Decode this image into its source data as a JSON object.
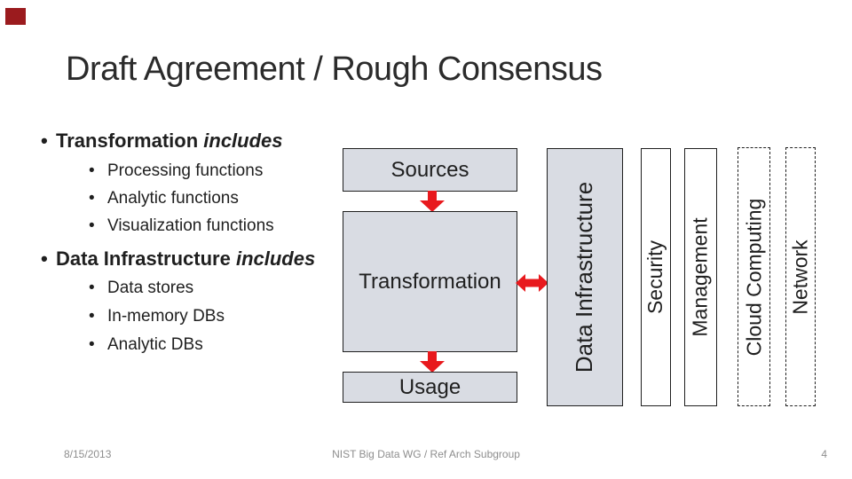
{
  "slide": {
    "title": "Draft Agreement / Rough Consensus"
  },
  "ui": {
    "bullet_char": "•"
  },
  "bullets": [
    {
      "heading_bold": "Transformation",
      "heading_italic": "includes",
      "items": [
        "Processing functions",
        "Analytic functions",
        "Visualization functions"
      ]
    },
    {
      "heading_bold": "Data Infrastructure",
      "heading_italic": "includes",
      "items": [
        "Data stores",
        "In-memory DBs",
        "Analytic DBs"
      ]
    }
  ],
  "diagram": {
    "flow_boxes": [
      {
        "label": "Sources"
      },
      {
        "label": "Transformation"
      },
      {
        "label": "Usage"
      }
    ],
    "vertical_boxes": [
      {
        "label": "Data Infrastructure",
        "style": "filled-solid"
      },
      {
        "label": "Security",
        "style": "white-solid"
      },
      {
        "label": "Management",
        "style": "white-solid"
      },
      {
        "label": "Cloud Computing",
        "style": "white-dashed"
      },
      {
        "label": "Network",
        "style": "white-dashed"
      }
    ],
    "arrows": [
      {
        "name": "sources-to-transformation",
        "direction": "down"
      },
      {
        "name": "transformation-to-usage",
        "direction": "down"
      },
      {
        "name": "transformation-to-data-infrastructure",
        "direction": "left-right"
      }
    ]
  },
  "colors": {
    "arrow_red": "#e8191d",
    "box_fill": "#d9dce3",
    "box_border": "#1f1f1f",
    "accent_mark": "#9b1b1e",
    "footer_gray": "#8e8e8e",
    "text": "#1f1f1f"
  },
  "footer": {
    "date": "8/15/2013",
    "center": "NIST Big Data WG / Ref Arch Subgroup",
    "page_number": "4"
  }
}
